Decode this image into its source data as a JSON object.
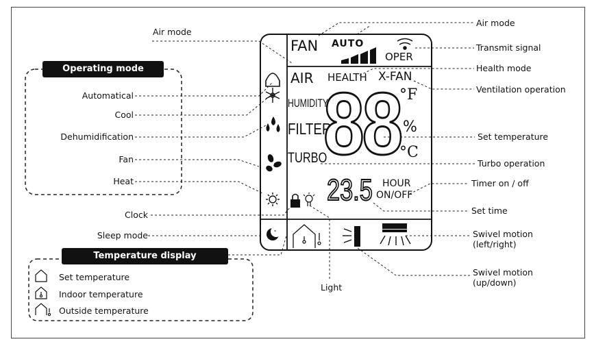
{
  "operating_mode": {
    "title": "Operating mode",
    "items": [
      "Automatical",
      "Cool",
      "Dehumidification",
      "Fan",
      "Heat"
    ]
  },
  "temperature_display": {
    "title": "Temperature display",
    "items": [
      "Set temperature",
      "Indoor temperature",
      "Outside temperature"
    ]
  },
  "callouts": {
    "air_mode_left": "Air mode",
    "air_mode_right": "Air mode",
    "transmit_signal": "Transmit signal",
    "health_mode": "Health mode",
    "ventilation_operation": "Ventilation operation",
    "set_temperature": "Set temperature",
    "turbo_operation": "Turbo operation",
    "timer_on_off": "Timer on / off",
    "set_time": "Set time",
    "swivel_lr": "Swivel motion\n(left/right)",
    "swivel_ud": "Swivel motion\n(up/down)",
    "clock": "Clock",
    "sleep_mode": "Sleep mode",
    "light": "Light"
  },
  "display": {
    "fan": "FAN",
    "auto": "AUTO",
    "oper": "OPER",
    "air": "AIR",
    "health": "HEALTH",
    "xfan": "X-FAN",
    "humidity": "HUMIDITY",
    "filter": "FILTER",
    "turbo": "TURBO",
    "unit_f": "°F",
    "unit_pct": "%",
    "unit_c": "°C",
    "big_digits": "88",
    "time_digits": "23.5",
    "hour": "HOUR",
    "onoff": "ON/OFF"
  }
}
